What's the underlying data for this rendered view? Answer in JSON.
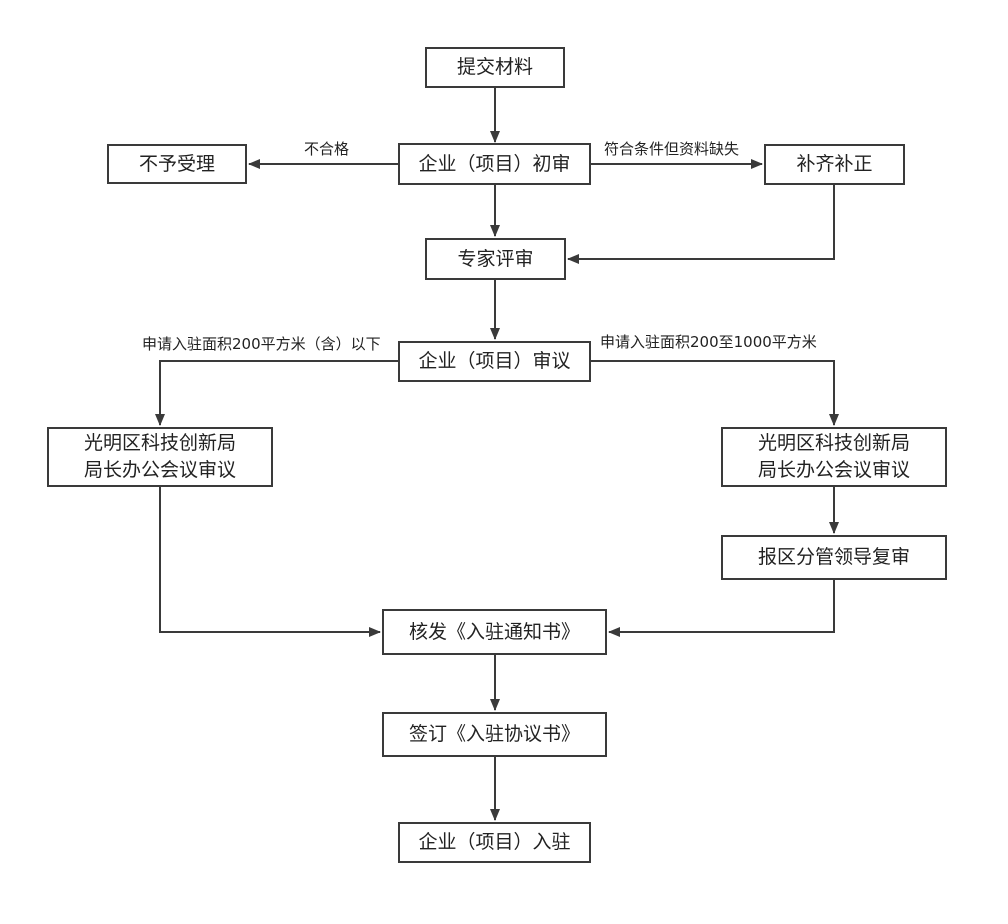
{
  "nodes": {
    "submit": "提交材料",
    "initial_review": "企业（项目）初审",
    "rejected": "不予受理",
    "supplement": "补齐补正",
    "expert_review": "专家评审",
    "enterprise_review": "企业（项目）审议",
    "bureau_meeting_left": "光明区科技创新局\n局长办公会议审议",
    "bureau_meeting_right": "光明区科技创新局\n局长办公会议审议",
    "district_leader_review": "报区分管领导复审",
    "issue_notice": "核发《入驻通知书》",
    "sign_agreement": "签订《入驻协议书》",
    "move_in": "企业（项目）入驻"
  },
  "edge_labels": {
    "unqualified": "不合格",
    "missing_docs": "符合条件但资料缺失",
    "area_small": "申请入驻面积200平方米（含）以下",
    "area_large": "申请入驻面积200至1000平方米"
  },
  "colors": {
    "line": "#3a3a3a",
    "text": "#222222",
    "background": "#ffffff"
  }
}
